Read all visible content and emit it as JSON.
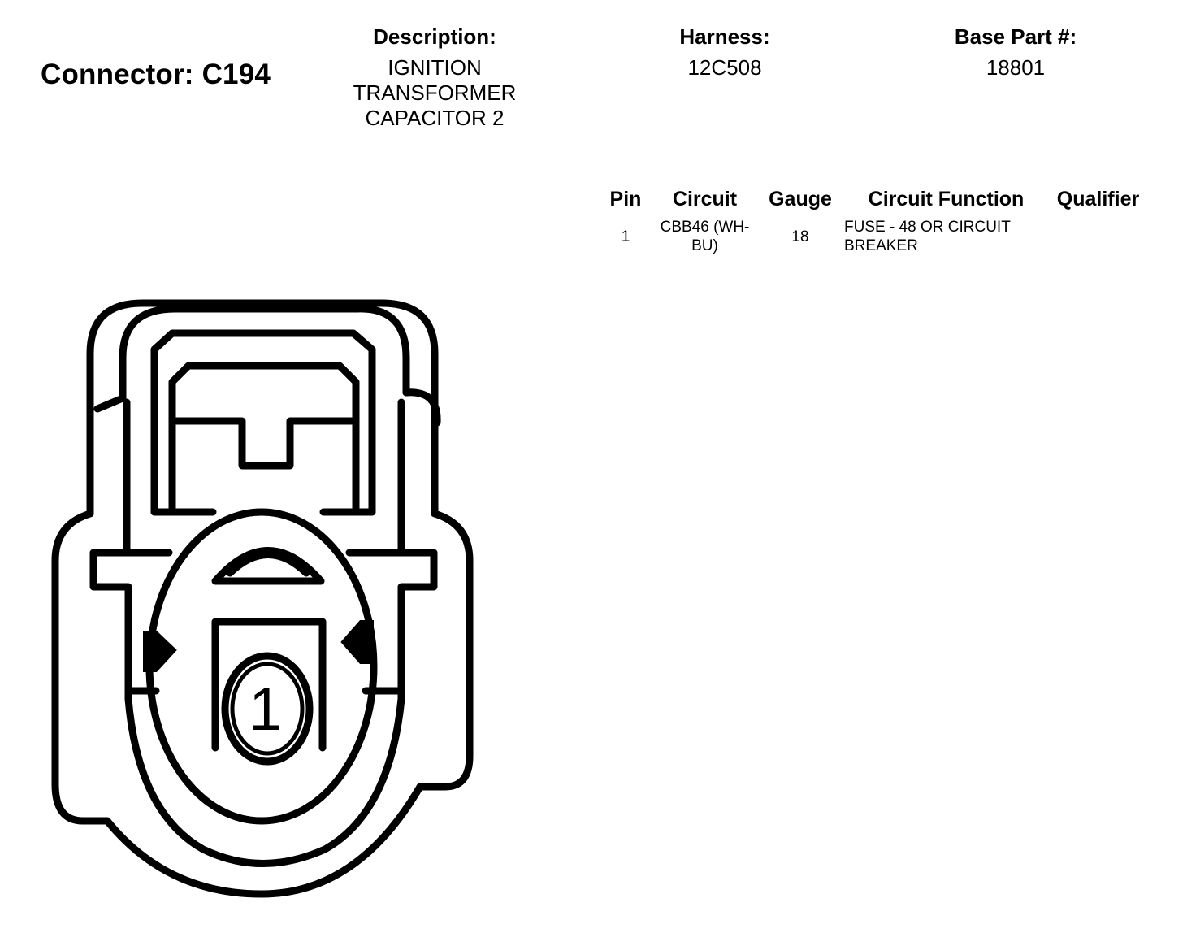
{
  "connector": {
    "title": "Connector: C194"
  },
  "header": {
    "description_label": "Description:",
    "description_lines": [
      "IGNITION",
      "TRANSFORMER",
      "CAPACITOR 2"
    ],
    "harness_label": "Harness:",
    "harness_value": "12C508",
    "base_part_label": "Base Part #:",
    "base_part_value": "18801"
  },
  "table": {
    "columns": [
      "Pin",
      "Circuit",
      "Gauge",
      "Circuit Function",
      "Qualifier"
    ],
    "rows": [
      {
        "pin": "1",
        "circuit_lines": [
          "CBB46 (WH-",
          "BU)"
        ],
        "gauge": "18",
        "function_lines": [
          "FUSE - 48 OR CIRCUIT",
          "BREAKER"
        ],
        "qualifier": ""
      }
    ]
  },
  "diagram": {
    "pin_label": "1",
    "stroke_color": "#000000"
  }
}
